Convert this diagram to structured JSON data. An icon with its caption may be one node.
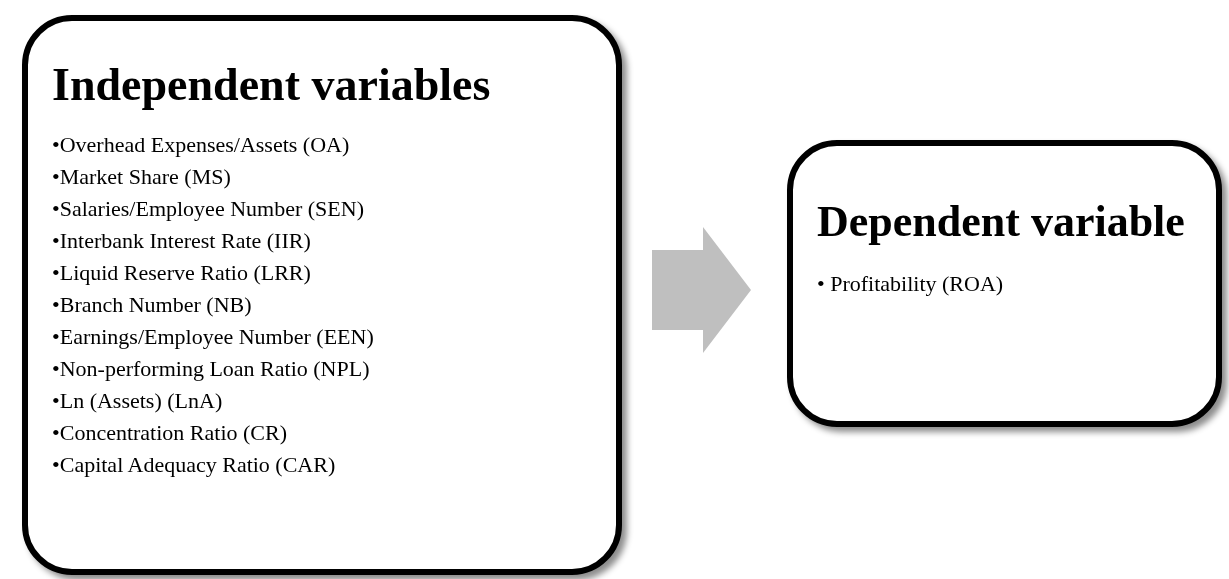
{
  "diagram": {
    "nodes": [
      {
        "text": [
          "Independent variables",
          "•Overhead Expenses/Assets (OA)",
          "•Market Share (MS)",
          "•Salaries/Employee Number (SEN)",
          "•Interbank Interest Rate (IIR)",
          "•Liquid Reserve Ratio (LRR)",
          "•Branch Number (NB)",
          "•Earnings/Employee Number (EEN)",
          "•Non-performing Loan Ratio (NPL)",
          "•Ln (Assets) (LnA)",
          "•Concentration Ratio (CR)",
          "•Capital Adequacy Ratio (CAR)"
        ]
      },
      {
        "text": [
          "Dependent variable",
          "• Profitability (ROA)"
        ]
      }
    ],
    "edges": [
      {
        "from": 0,
        "to": 1,
        "arrow": "to",
        "color": "#bfbfbf",
        "style": "thick"
      }
    ]
  }
}
